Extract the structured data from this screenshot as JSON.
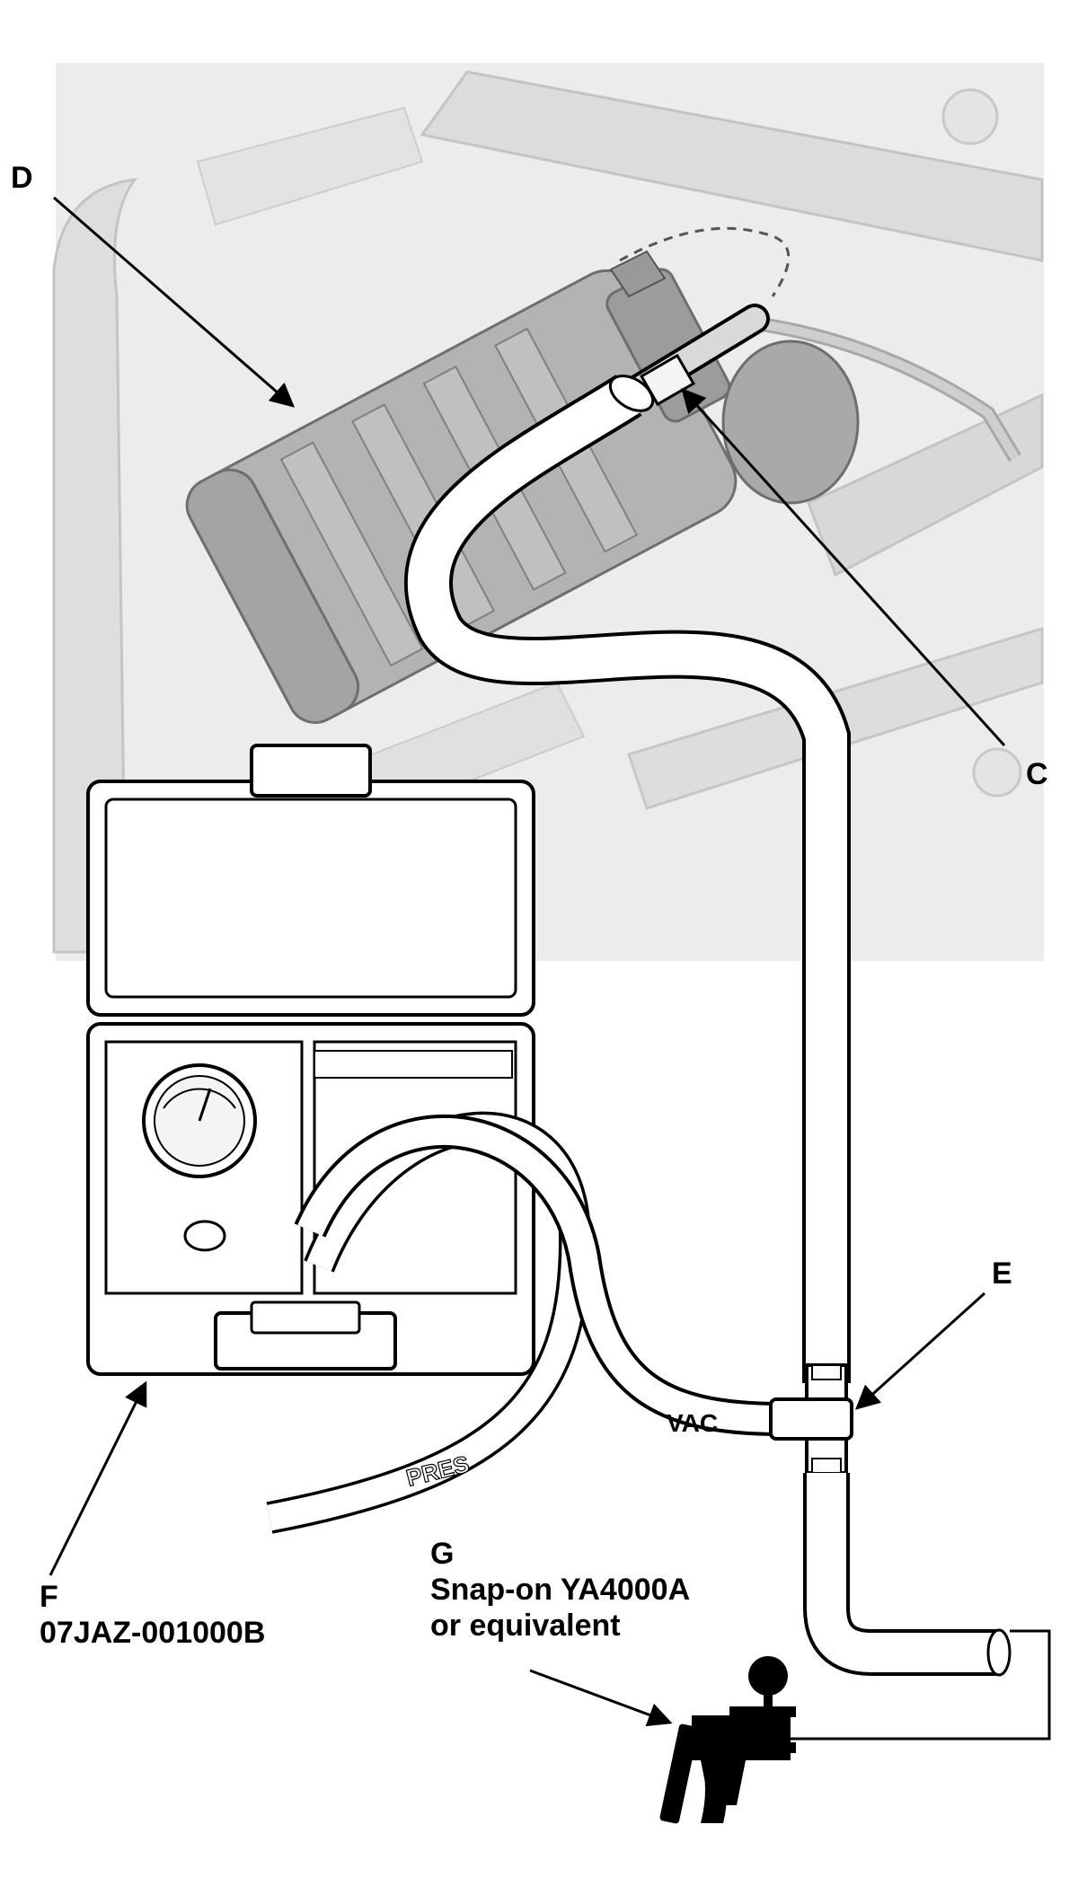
{
  "callouts": {
    "c": {
      "letter": "C"
    },
    "d": {
      "letter": "D"
    },
    "e": {
      "letter": "E"
    },
    "f": {
      "letter": "F",
      "part_number": "07JAZ-001000B"
    },
    "g": {
      "letter": "G",
      "line1": "Snap-on YA4000A",
      "line2": "or equivalent"
    }
  },
  "hose_labels": {
    "vac": "VAC",
    "pres": "PRES"
  },
  "colors": {
    "background_shade": "#e6e6e6",
    "outline": "#000000",
    "component": "#b9b9b9"
  }
}
